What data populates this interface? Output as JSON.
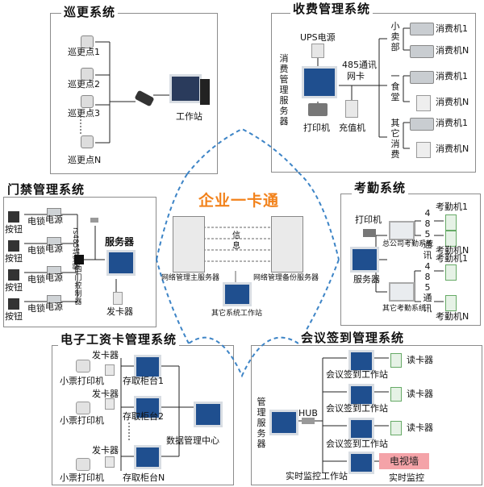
{
  "center": {
    "title": "企业一卡通"
  },
  "patrol": {
    "title": "巡更系统",
    "points": [
      "巡更点1",
      "巡更点2",
      "巡更点3",
      "巡更点N"
    ],
    "workstation": "工作站"
  },
  "billing": {
    "title": "收费管理系统",
    "ups": "UPS电源",
    "server": "消费管理服务器",
    "rs485_line1": "485通讯",
    "rs485_line2": "网卡",
    "printer": "打印机",
    "recharger": "充值机",
    "groups": [
      {
        "name": "小卖部",
        "machines": [
          "消费机1",
          "消费机N"
        ]
      },
      {
        "name": "一食堂",
        "machines": [
          "消费机1",
          "消费机N"
        ]
      },
      {
        "name": "其它消费",
        "machines": [
          "消费机1",
          "消费机N"
        ]
      }
    ]
  },
  "access": {
    "title": "门禁管理系统",
    "buttons": [
      "按钮",
      "按钮",
      "按钮",
      "按钮"
    ],
    "locks": [
      "电锁",
      "电锁",
      "电锁",
      "电锁"
    ],
    "powers": [
      "电源",
      "电源",
      "电源",
      "电源"
    ],
    "converter": "rs485转换器",
    "controller": "四门控制器",
    "server": "服务器",
    "card_issuer": "发卡器"
  },
  "attendance": {
    "title": "考勤系统",
    "printer": "打印机",
    "hq_system": "总公司考勤系统",
    "other_system": "其它考勤系统",
    "server": "服务器",
    "rs485": "485通讯",
    "machines": [
      "考勤机1",
      "考勤机N"
    ]
  },
  "hub": {
    "main_server": "网络管理主服务器",
    "backup_server": "网络管理备份服务器",
    "info": "信息",
    "other_ws": "其它系统工作站"
  },
  "payroll": {
    "title": "电子工资卡管理系统",
    "card_issuer": "发卡器",
    "ticket_printer": "小票打印机",
    "counters": [
      "存取柜台1",
      "存取柜台2",
      "存取柜台N"
    ],
    "data_center": "数据管理中心"
  },
  "meeting": {
    "title": "会议签到管理系统",
    "server": "管理服务器",
    "hub_label": "HUB",
    "workstation": "会议签到工作站",
    "card_reader": "读卡器",
    "monitor_ws": "实时监控工作站",
    "tv_wall": "电视墙",
    "monitor": "实时监控"
  },
  "colors": {
    "accent": "#f2821b",
    "dash": "#3d84c6",
    "tv": "#f4a3a8"
  }
}
